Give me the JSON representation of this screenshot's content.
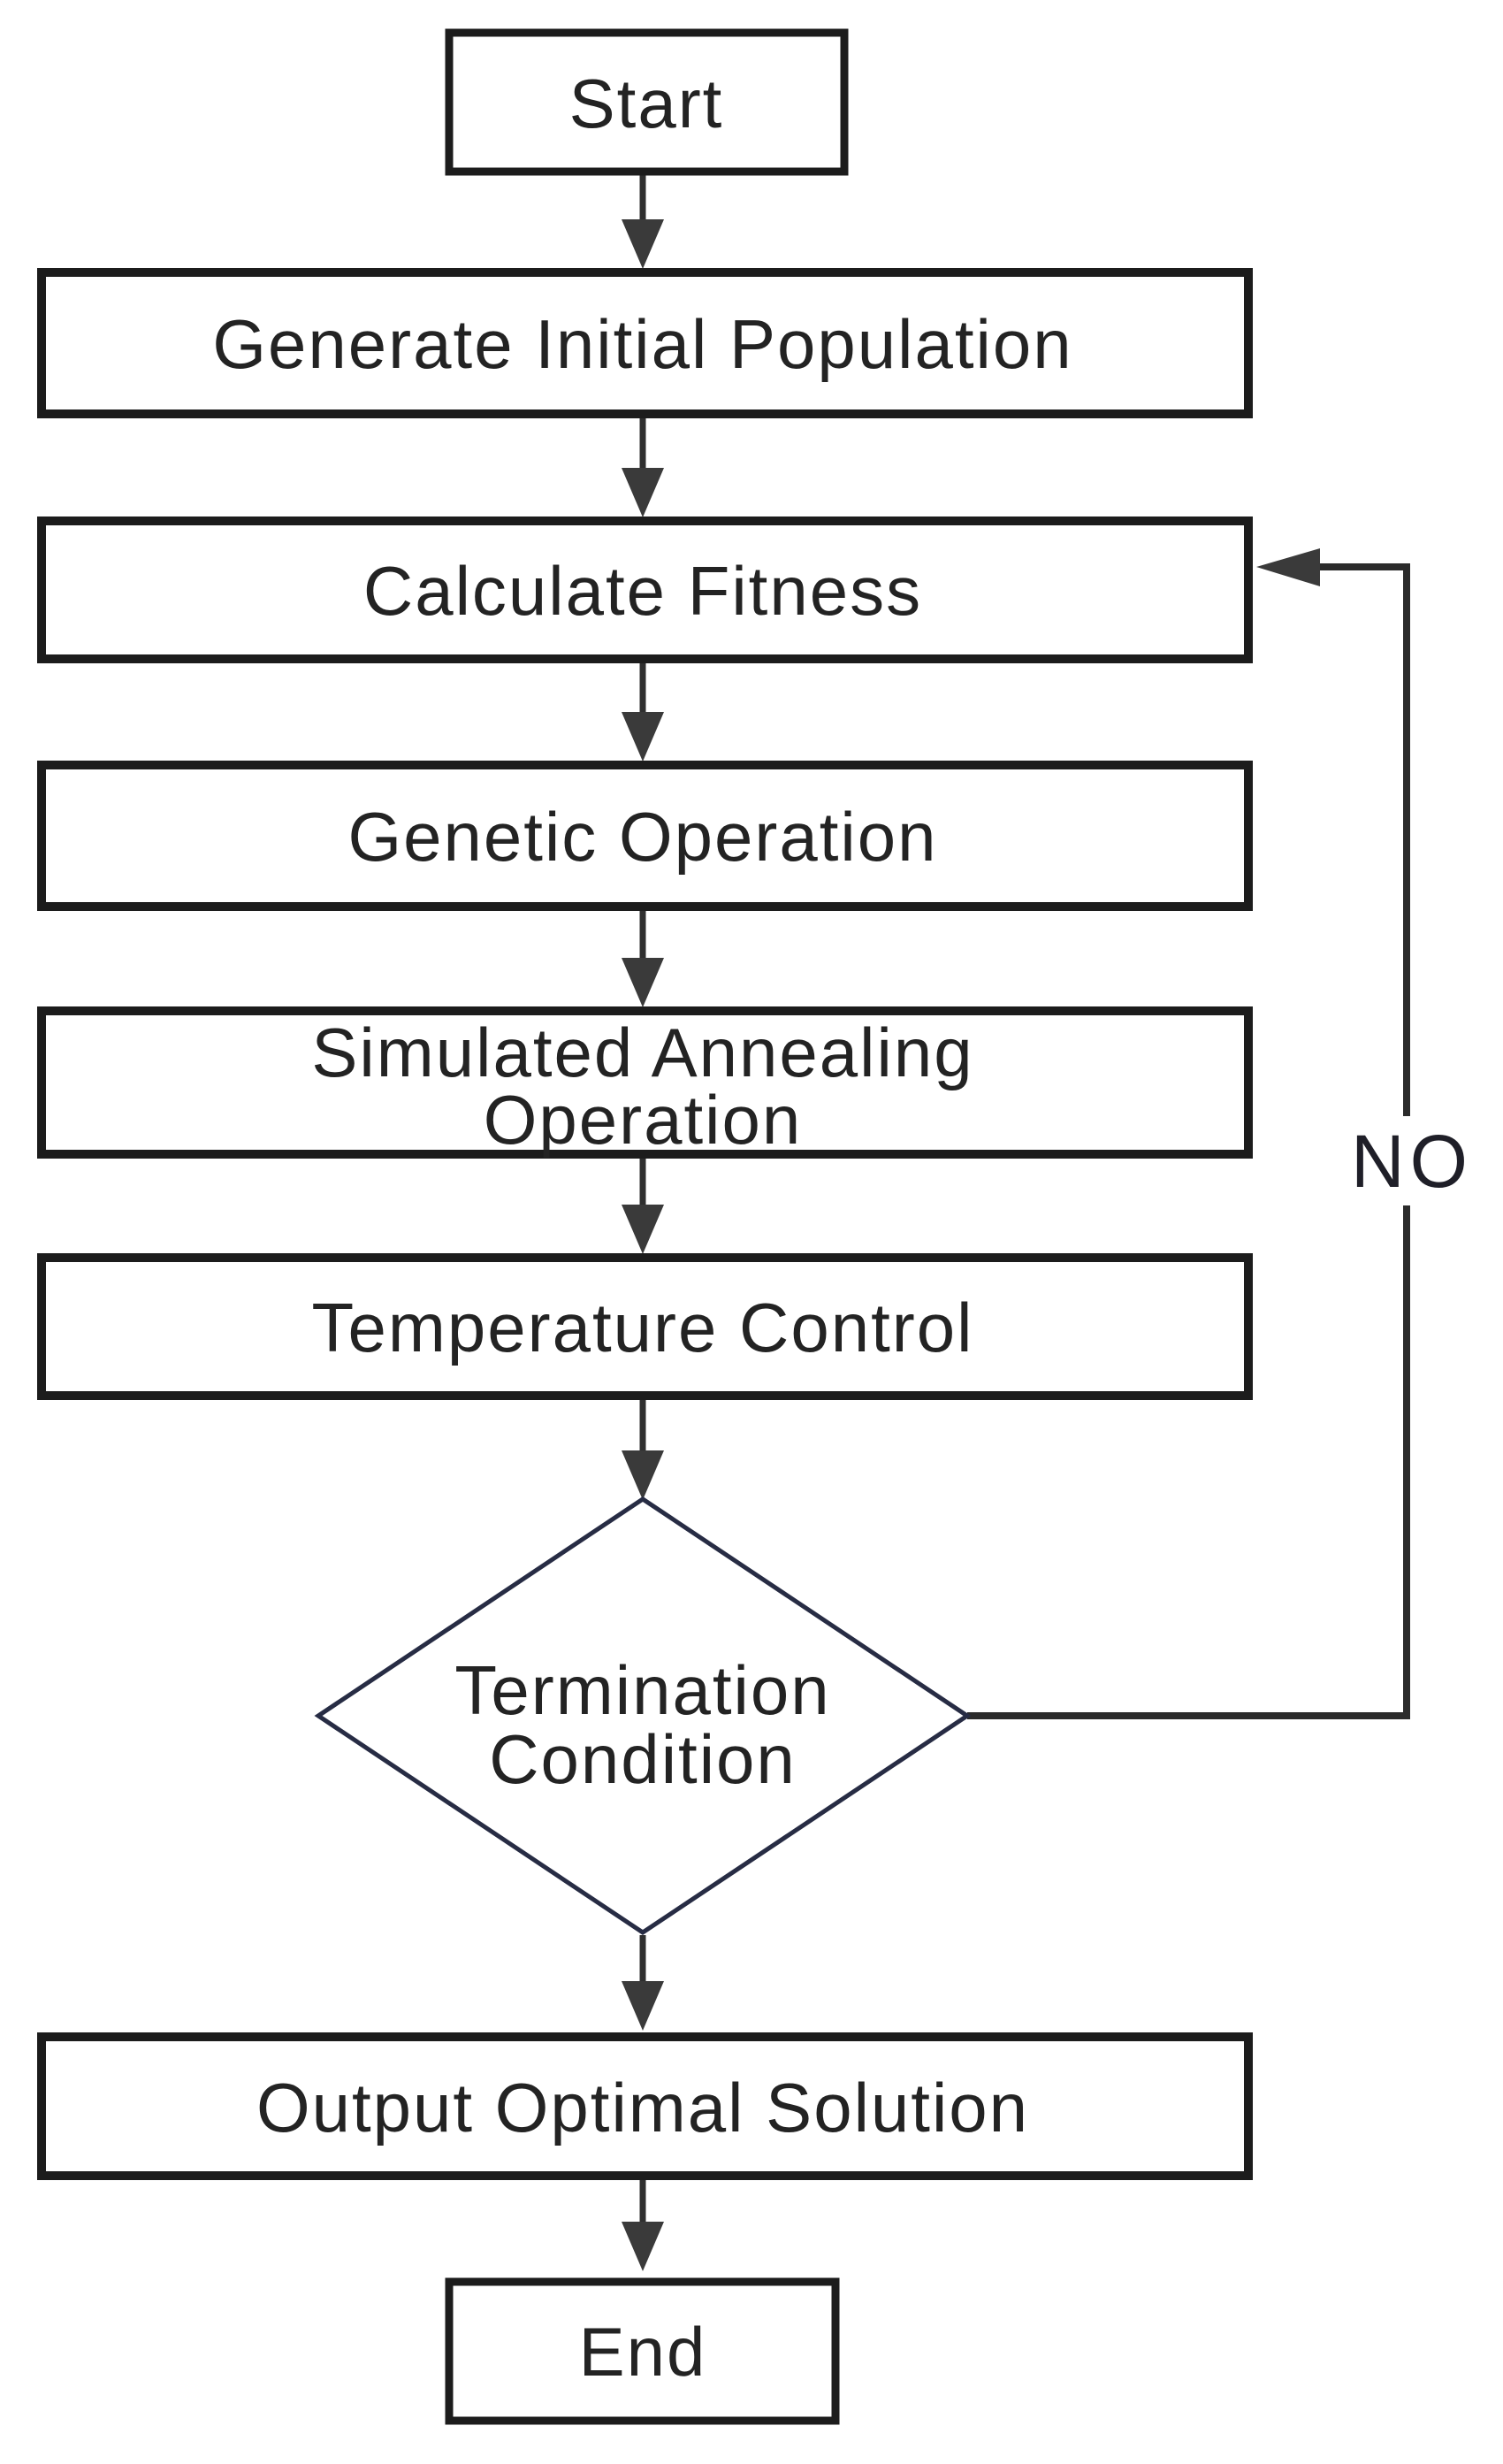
{
  "diagram": {
    "type": "flowchart",
    "background": "#ffffff",
    "colors": {
      "box_border": "#1c1c1c",
      "diamond_border": "#272c44",
      "connector": "#2f2f2f",
      "arrowhead": "#3a3a3a",
      "text": "#232323"
    },
    "nodes": [
      {
        "id": "start",
        "shape": "rect",
        "label": "Start"
      },
      {
        "id": "generate-initial-population",
        "shape": "rect",
        "label": "Generate Initial Population"
      },
      {
        "id": "calculate-fitness",
        "shape": "rect",
        "label": "Calculate Fitness"
      },
      {
        "id": "genetic-operation",
        "shape": "rect",
        "label": "Genetic Operation"
      },
      {
        "id": "simulated-annealing-operation",
        "shape": "rect",
        "label": "Simulated Annealing Operation",
        "label_line1": "Simulated Annealing",
        "label_line2": "Operation"
      },
      {
        "id": "temperature-control",
        "shape": "rect",
        "label": "Temperature Control"
      },
      {
        "id": "termination-condition",
        "shape": "diamond",
        "label": "Termination Condition",
        "label_line1": "Termination",
        "label_line2": "Condition"
      },
      {
        "id": "output-optimal-solution",
        "shape": "rect",
        "label": "Output Optimal Solution"
      },
      {
        "id": "end",
        "shape": "rect",
        "label": "End"
      }
    ],
    "edges": [
      {
        "from": "start",
        "to": "generate-initial-population",
        "label": ""
      },
      {
        "from": "generate-initial-population",
        "to": "calculate-fitness",
        "label": ""
      },
      {
        "from": "calculate-fitness",
        "to": "genetic-operation",
        "label": ""
      },
      {
        "from": "genetic-operation",
        "to": "simulated-annealing-operation",
        "label": ""
      },
      {
        "from": "simulated-annealing-operation",
        "to": "temperature-control",
        "label": ""
      },
      {
        "from": "temperature-control",
        "to": "termination-condition",
        "label": ""
      },
      {
        "from": "termination-condition",
        "to": "output-optimal-solution",
        "label": ""
      },
      {
        "from": "output-optimal-solution",
        "to": "end",
        "label": ""
      },
      {
        "from": "termination-condition",
        "to": "calculate-fitness",
        "label": "NO"
      }
    ]
  }
}
